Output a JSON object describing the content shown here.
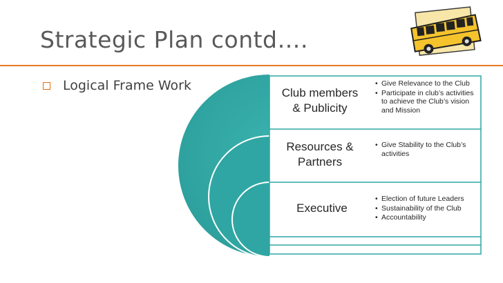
{
  "slide": {
    "title": "Strategic Plan contd….",
    "bullet": "Logical Frame Work"
  },
  "framework": {
    "rows": [
      {
        "label_lines": [
          "Club members",
          "& Publicity"
        ],
        "points": [
          "Give Relevance to the Club",
          "Participate in club’s activities to achieve the Club’s vision and Mission"
        ]
      },
      {
        "label_lines": [
          "Resources &",
          "Partners"
        ],
        "points": [
          "Give Stability to the Club’s activities"
        ]
      },
      {
        "label_lines": [
          "Executive"
        ],
        "points": [
          "Election of future Leaders",
          "Sustainability of the Club",
          "Accountability"
        ]
      }
    ]
  },
  "colors": {
    "teal": "#2fa6a3",
    "teal_dark": "#1e7f7c",
    "accent": "#e87722"
  },
  "icons": {
    "clipart": "school-bus-icon"
  }
}
